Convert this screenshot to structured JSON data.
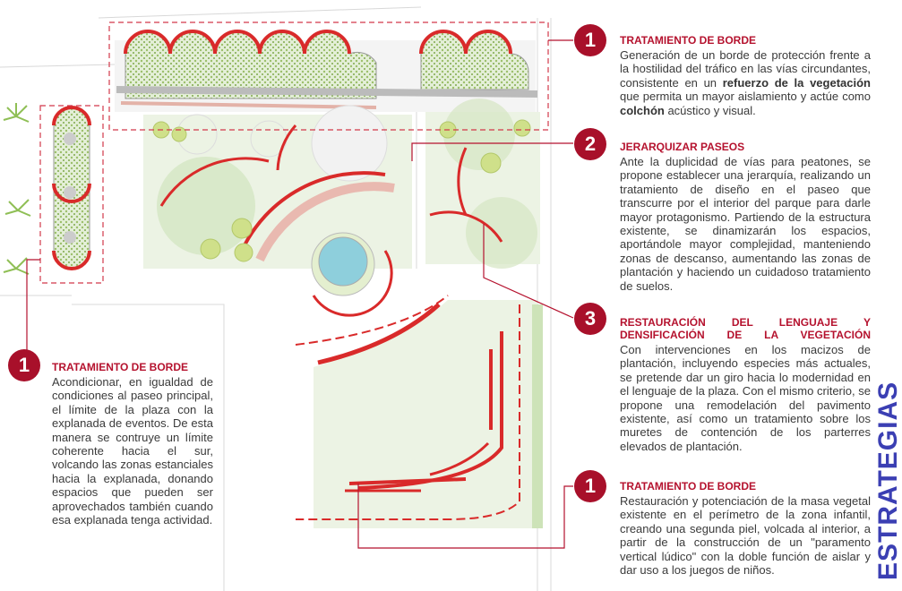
{
  "strategies": [
    {
      "number": "1",
      "title": "TRATAMIENTO DE BORDE",
      "body_parts": [
        "Generación de un borde de protección frente a la hostilidad del tráfico en las vías circundantes, consistente en un ",
        "refuerzo de la vegetación",
        " que permita un mayor aislamiento y actúe como ",
        "colchón",
        " acústico y visual."
      ]
    },
    {
      "number": "2",
      "title": "JERARQUIZAR PASEOS",
      "body": "Ante la duplicidad de vías para peatones, se propone establecer una jerarquía, realizando un tratamiento de diseño en el paseo que transcurre por el interior del parque para darle mayor protagonismo. Partiendo de la estructura existente, se dinamizarán los espacios, aportándole mayor complejidad, manteniendo zonas de descanso, aumentando las zonas de plantación y haciendo un cuidadoso tratamiento de suelos."
    },
    {
      "number": "3",
      "title": "RESTAURACIÓN DEL LENGUAJE Y DENSIFICACIÓN DE LA VEGETACIÓN",
      "body": "Con intervenciones en los macizos de plantación, incluyendo especies más actuales, se pretende dar un giro hacia lo modernidad en el lenguaje de la plaza. Con el mismo criterio, se propone una remodelación del pavimento existente, así como un tratamiento sobre los muretes de contención de los parterres elevados de plantación."
    },
    {
      "number": "1",
      "title": "TRATAMIENTO DE BORDE",
      "body": "Restauración y potenciación de la masa vegetal existente en el perímetro de la zona infantil, creando una segunda piel, volcada al interior, a partir de la construcción de un \"paramento vertical lúdico\" con la doble función de aislar y dar uso a los juegos de niños."
    },
    {
      "number": "1",
      "title": "TRATAMIENTO DE BORDE",
      "body": "Acondicionar, en igualdad de condiciones al paseo principal, el límite de la plaza con la explanada de eventos. De esta manera se contruye un límite coherente hacia el sur, volcando las zonas estanciales hacia la explanada, donando espacios que pueden ser aprovechados también cuando esa explanada tenga actividad."
    }
  ],
  "side_title": "ESTRATEGIAS",
  "colors": {
    "accent_red": "#b5122e",
    "marker_red": "#a8102a",
    "side_title": "#3b3fb3",
    "green": "#e3efd6",
    "tree_yellow": "#cfe08a",
    "water": "#8ecfdc"
  }
}
